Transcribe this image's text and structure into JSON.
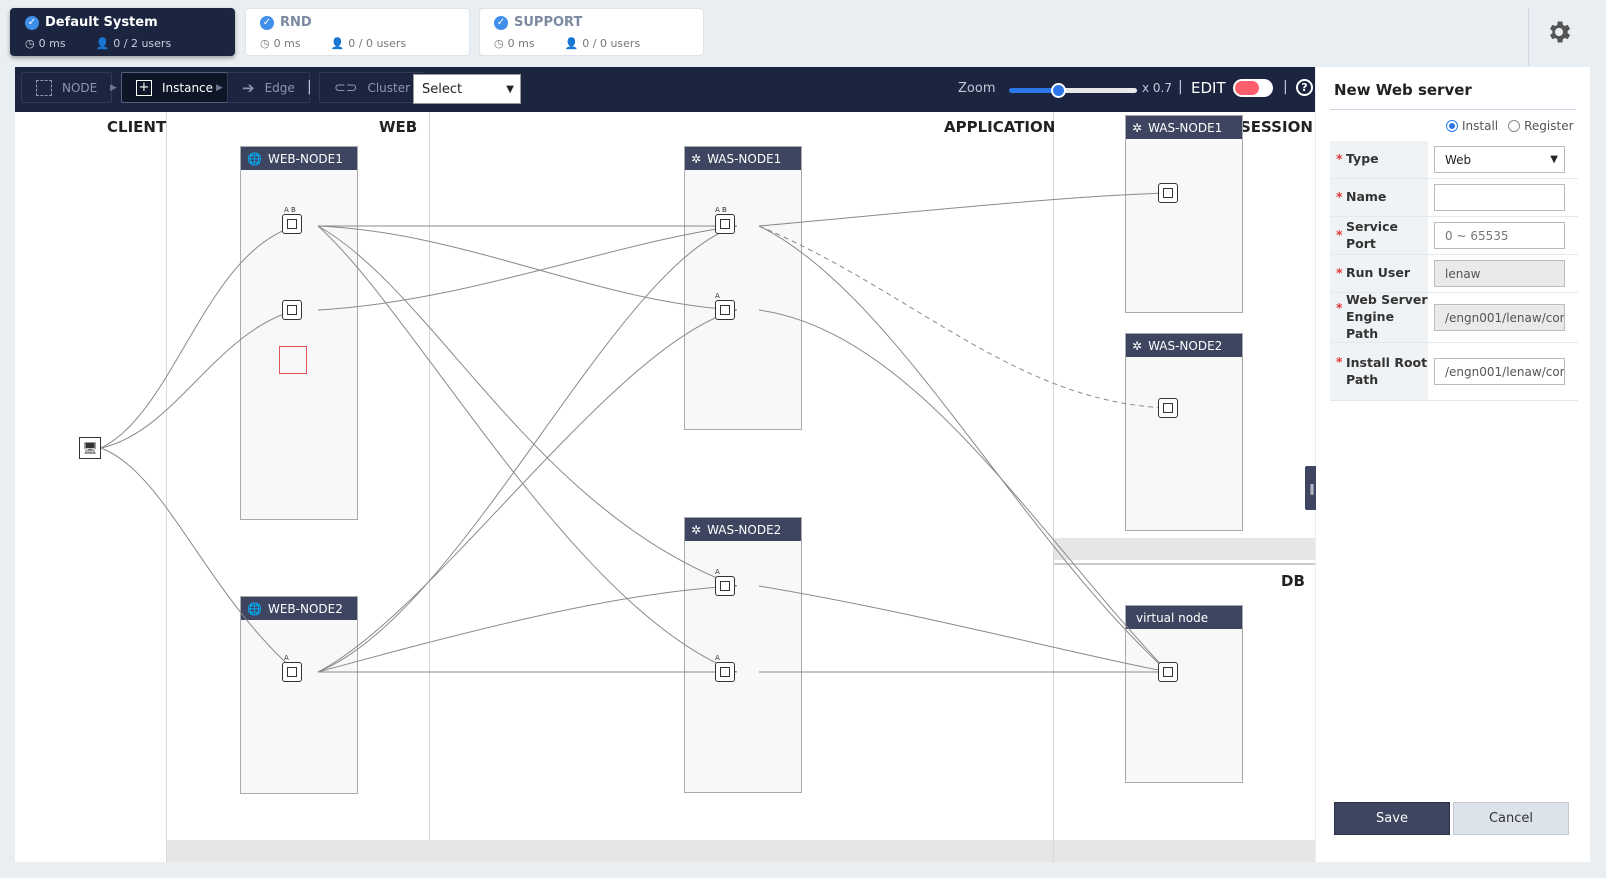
{
  "systems": [
    {
      "name": "Default System",
      "latency": "0 ms",
      "users": "0 / 2 users",
      "active": true
    },
    {
      "name": "RND",
      "latency": "0 ms",
      "users": "0 / 0 users",
      "active": false
    },
    {
      "name": "SUPPORT",
      "latency": "0 ms",
      "users": "0 / 0 users",
      "active": false
    }
  ],
  "toolbar": {
    "node_label": "NODE",
    "instance_label": "Instance",
    "edge_label": "Edge",
    "cluster_label": "Cluster",
    "select_value": "Select",
    "zoom_label": "Zoom",
    "zoom_value": "x 0.7",
    "edit_label": "EDIT",
    "help_glyph": "?",
    "separator": "|"
  },
  "zones": {
    "client": "CLIENT",
    "web": "WEB",
    "application": "APPLICATION",
    "session": "SESSION",
    "db": "DB"
  },
  "nodes": {
    "web1": "WEB-NODE1",
    "web2": "WEB-NODE2",
    "was1": "WAS-NODE1",
    "was2": "WAS-NODE2",
    "sess1": "WAS-NODE1",
    "sess2": "WAS-NODE2",
    "db": "virtual node"
  },
  "instance_tags": {
    "a": "A",
    "ab": "A B"
  },
  "panel": {
    "title": "New Web server",
    "radio_install": "Install",
    "radio_register": "Register",
    "type_label": "Type",
    "type_value": "Web",
    "name_label": "Name",
    "name_value": "",
    "port_label": "Service Port",
    "port_placeholder": "0 ~ 65535",
    "run_user_label": "Run User",
    "run_user_value": "lenaw",
    "engine_path_label": "Web Server Engine Path",
    "engine_path_value": "/engn001/lenaw/con",
    "install_root_label": "Install Root Path",
    "install_root_value": "/engn001/lenaw/con",
    "save_label": "Save",
    "cancel_label": "Cancel",
    "required_mark": "*"
  },
  "colors": {
    "accent": "#2c76e8",
    "nav_dark": "#1c2540",
    "node_header": "#3d4560",
    "toggle_off": "#ff5f6d"
  }
}
